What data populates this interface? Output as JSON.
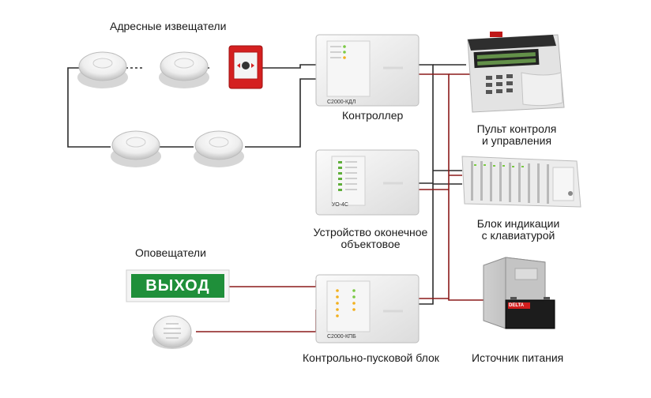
{
  "labels": {
    "address_detectors": "Адресные извещатели",
    "controller": "Контроллер",
    "remote_control_line1": "Пульт контроля",
    "remote_control_line2": "и управления",
    "terminal_device_line1": "Устройство оконечное",
    "terminal_device_line2": "объектовое",
    "indication_block_line1": "Блок индикации",
    "indication_block_line2": "с клавиатурой",
    "annunciators": "Оповещатели",
    "control_start_block": "Контрольно-пусковой блок",
    "power_source": "Источник питания"
  },
  "devices": {
    "controller_model": "С2000-КДЛ",
    "terminal_model": "УО-4С",
    "start_block_model": "С2000-КПБ",
    "exit_sign": "ВЫХОД",
    "battery_brand": "DELTA"
  },
  "colors": {
    "bus_line": "#2b2b2b",
    "power_line": "#8b1a1a",
    "exit_sign_bg": "#1f8f3a",
    "call_point": "#d42020"
  }
}
